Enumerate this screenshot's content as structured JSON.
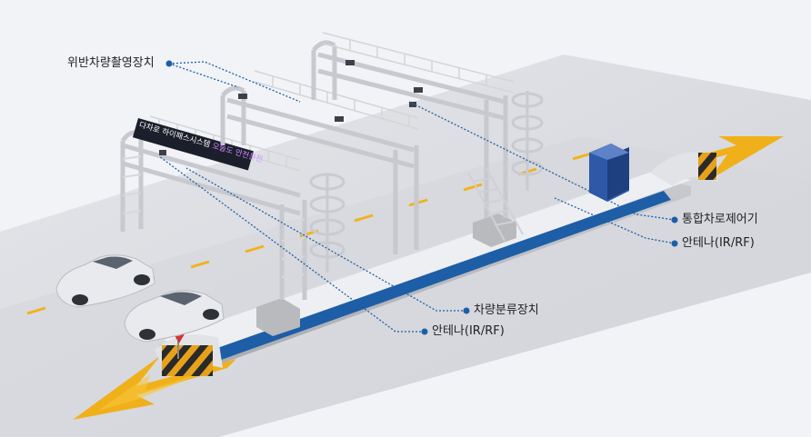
{
  "callouts": {
    "violation_camera": "위반차량촬영장치",
    "lane_controller": "통합차로제어기",
    "antenna_right": "안테나(IR/RF)",
    "vehicle_classifier": "차량분류장치",
    "antenna_left": "안테나(IR/RF)"
  },
  "sign": {
    "prefix": "다차로 하이패스시스템",
    "highlight": "오늘도 안전운전"
  },
  "colors": {
    "background": "#f2f3f7",
    "accent": "#1c5fa8",
    "road": "#dcdee3",
    "yellow": "#f0b01a",
    "island_blue": "#1d5ea6"
  }
}
